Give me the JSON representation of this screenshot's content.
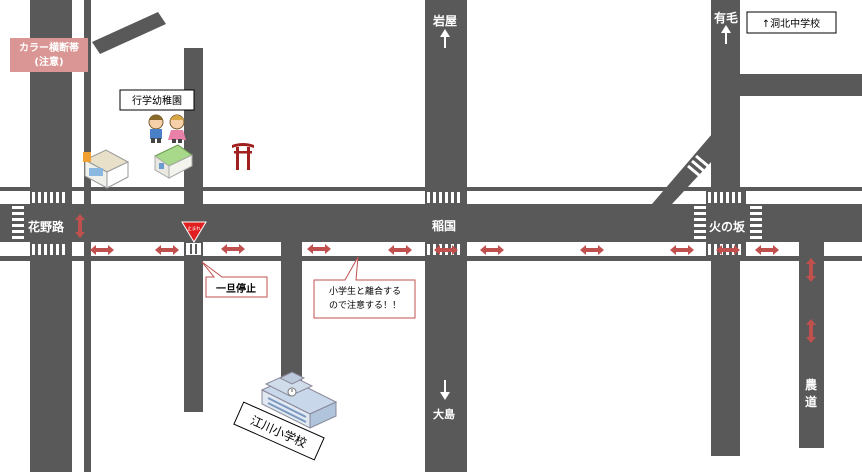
{
  "map": {
    "road_labels": {
      "hananoji": "花野路",
      "inaguni": "稲国",
      "hinosaka": "火の坂",
      "nodo": "農道"
    },
    "directions": {
      "iwaya": "岩屋",
      "arige": "有毛",
      "ojima": "大島"
    },
    "landmarks": {
      "kindergarten": "行学幼稚園",
      "dohoku_school": "↑洞北中学校",
      "egawa_school": "江川小学校",
      "color_crosswalk_line1": "カラー横断帯",
      "color_crosswalk_line2": "(注意)"
    },
    "callouts": {
      "stop": "一旦停止",
      "caution_line1": "小学生と離合する",
      "caution_line2": "ので注意する！！"
    },
    "stop_sign_text": "止まれ",
    "colors": {
      "road": "#595959",
      "arrow": "#c0504d",
      "color_crosswalk_box": "#d99694",
      "callout_border": "#c0504d"
    }
  }
}
